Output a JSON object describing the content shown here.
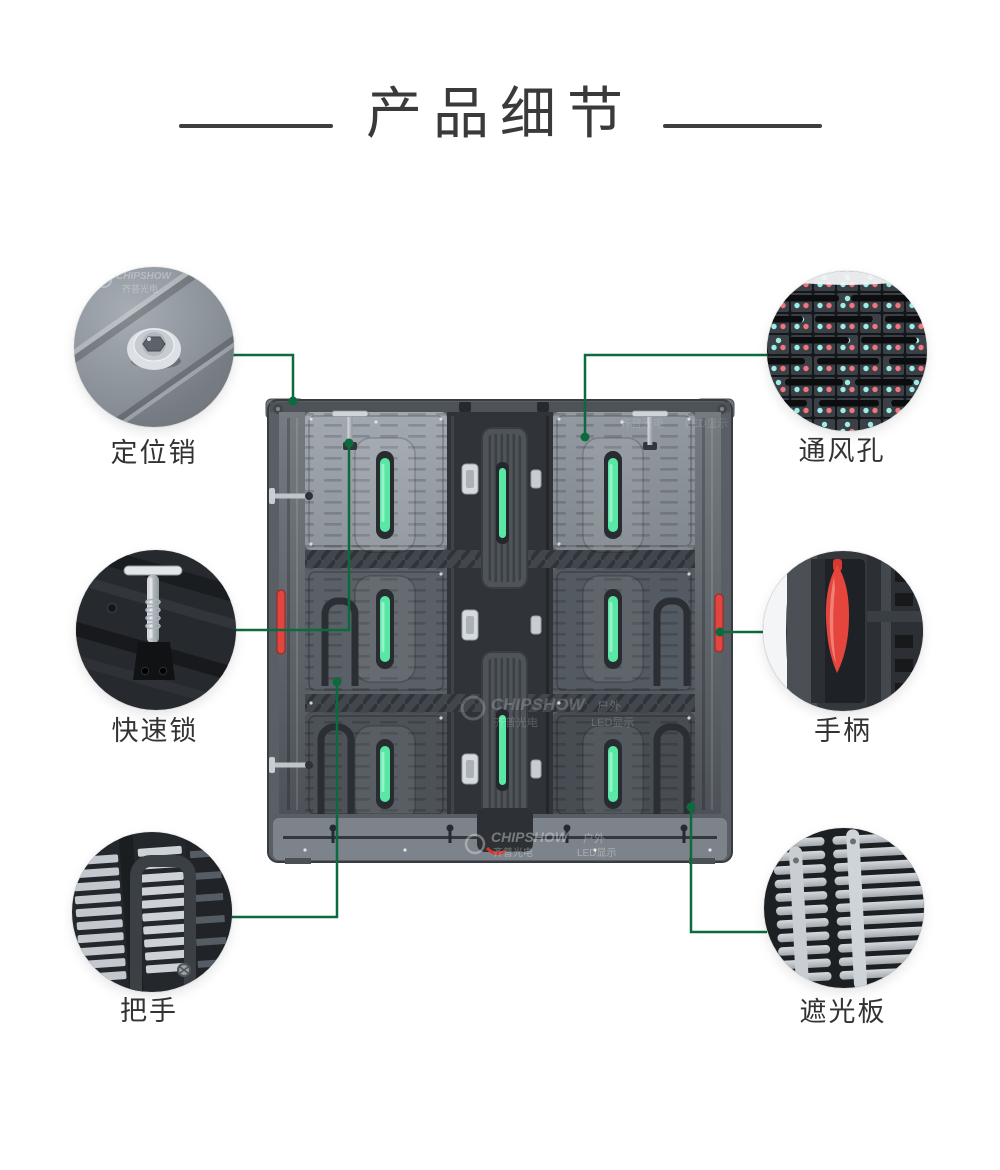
{
  "title": "产品细节",
  "callouts": {
    "positioning_pin": {
      "label": "定位销"
    },
    "quick_lock": {
      "label": "快速锁"
    },
    "handle_bottom": {
      "label": "把手"
    },
    "vent_holes": {
      "label": "通风孔"
    },
    "handle_right": {
      "label": "手柄"
    },
    "shade_board": {
      "label": "遮光板"
    }
  },
  "watermark": {
    "brand": "CHIPSHOW",
    "company": "齐普光电",
    "tagline_1": "户外",
    "tagline_2": "LED显示"
  },
  "colors": {
    "callout_line_green": "#0c6b3c",
    "module_pill_green": "#58e7a5",
    "handle_red": "#e5453d",
    "led_cyan": "#9deee6",
    "led_red": "#f4747e",
    "title_text": "#3a3a3a"
  }
}
